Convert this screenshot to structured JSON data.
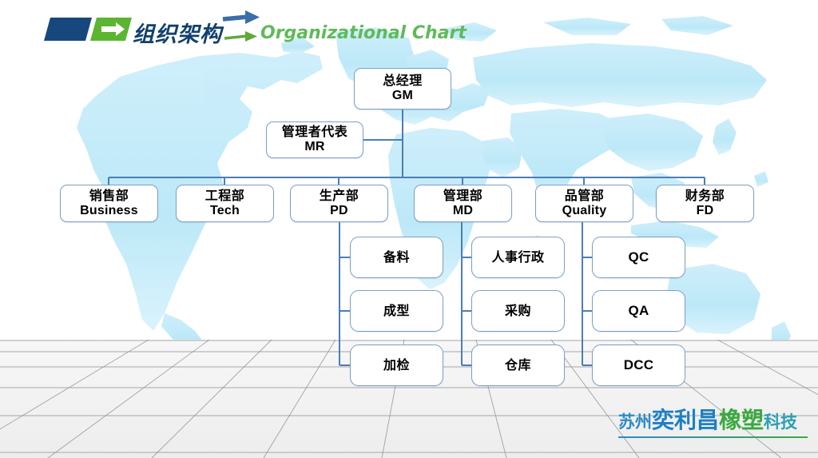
{
  "header": {
    "title_cn": "组织架构",
    "title_en": "Organizational Chart",
    "shape_blue_name": "blue-parallelogram",
    "shape_green_name": "green-arrow-parallelogram",
    "arrow_blue_color": "#3a6ea8",
    "arrow_green_color": "#5fa83a",
    "title_cn_color": "#12406e",
    "title_en_color": "#5fbb5a"
  },
  "chart_data": {
    "type": "diagram",
    "title": "组织架构 Organizational Chart",
    "nodes": [
      {
        "id": "gm",
        "cn": "总经理",
        "en": "GM",
        "level": 0
      },
      {
        "id": "mr",
        "cn": "管理者代表",
        "en": "MR",
        "level": 1
      },
      {
        "id": "business",
        "cn": "销售部",
        "en": "Business",
        "level": 2
      },
      {
        "id": "tech",
        "cn": "工程部",
        "en": "Tech",
        "level": 2
      },
      {
        "id": "pd",
        "cn": "生产部",
        "en": "PD",
        "level": 2
      },
      {
        "id": "md",
        "cn": "管理部",
        "en": "MD",
        "level": 2
      },
      {
        "id": "quality",
        "cn": "品管部",
        "en": "Quality",
        "level": 2
      },
      {
        "id": "fd",
        "cn": "财务部",
        "en": "FD",
        "level": 2
      },
      {
        "id": "pd-1",
        "cn": "备料",
        "en": "",
        "level": 3,
        "parent": "pd"
      },
      {
        "id": "pd-2",
        "cn": "成型",
        "en": "",
        "level": 3,
        "parent": "pd"
      },
      {
        "id": "pd-3",
        "cn": "加检",
        "en": "",
        "level": 3,
        "parent": "pd"
      },
      {
        "id": "md-1",
        "cn": "人事行政",
        "en": "",
        "level": 3,
        "parent": "md"
      },
      {
        "id": "md-2",
        "cn": "采购",
        "en": "",
        "level": 3,
        "parent": "md"
      },
      {
        "id": "md-3",
        "cn": "仓库",
        "en": "",
        "level": 3,
        "parent": "md"
      },
      {
        "id": "qa-1",
        "cn": "QC",
        "en": "",
        "level": 3,
        "parent": "quality"
      },
      {
        "id": "qa-2",
        "cn": "QA",
        "en": "",
        "level": 3,
        "parent": "quality"
      },
      {
        "id": "qa-3",
        "cn": "DCC",
        "en": "",
        "level": 3,
        "parent": "quality"
      }
    ],
    "edges": [
      {
        "from": "gm",
        "to": "mr"
      },
      {
        "from": "gm",
        "to": "business"
      },
      {
        "from": "gm",
        "to": "tech"
      },
      {
        "from": "gm",
        "to": "pd"
      },
      {
        "from": "gm",
        "to": "md"
      },
      {
        "from": "gm",
        "to": "quality"
      },
      {
        "from": "gm",
        "to": "fd"
      },
      {
        "from": "pd",
        "to": "pd-1"
      },
      {
        "from": "pd",
        "to": "pd-2"
      },
      {
        "from": "pd",
        "to": "pd-3"
      },
      {
        "from": "md",
        "to": "md-1"
      },
      {
        "from": "md",
        "to": "md-2"
      },
      {
        "from": "md",
        "to": "md-3"
      },
      {
        "from": "quality",
        "to": "qa-1"
      },
      {
        "from": "quality",
        "to": "qa-2"
      },
      {
        "from": "quality",
        "to": "qa-3"
      }
    ],
    "box_border_color": "#7d9fc6",
    "box_fill_color": "#ffffff",
    "connector_color": "#4a7fb5"
  },
  "nodes": {
    "gm": {
      "cn": "总经理",
      "en": "GM"
    },
    "mr": {
      "cn": "管理者代表",
      "en": "MR"
    },
    "business": {
      "cn": "销售部",
      "en": "Business"
    },
    "tech": {
      "cn": "工程部",
      "en": "Tech"
    },
    "pd": {
      "cn": "生产部",
      "en": "PD"
    },
    "md": {
      "cn": "管理部",
      "en": "MD"
    },
    "quality": {
      "cn": "品管部",
      "en": "Quality"
    },
    "fd": {
      "cn": "财务部",
      "en": "FD"
    },
    "pd1": {
      "cn": "备料"
    },
    "pd2": {
      "cn": "成型"
    },
    "pd3": {
      "cn": "加检"
    },
    "md1": {
      "cn": "人事行政"
    },
    "md2": {
      "cn": "采购"
    },
    "md3": {
      "cn": "仓库"
    },
    "q1": {
      "cn": "QC"
    },
    "q2": {
      "cn": "QA"
    },
    "q3": {
      "cn": "DCC"
    }
  },
  "logo": {
    "part1": "苏州",
    "part2": "奕利昌",
    "part3": "橡塑",
    "part4": "科技",
    "color_blue": "#2d8ac9",
    "color_green": "#3aa93f",
    "color_teal": "#2ba0b4"
  },
  "background": {
    "map_color": "#bfe9f7",
    "map_color_light": "#d9f2fb",
    "floor_color": "#f2f2f2",
    "floor_line_color": "#8e8e8e"
  }
}
